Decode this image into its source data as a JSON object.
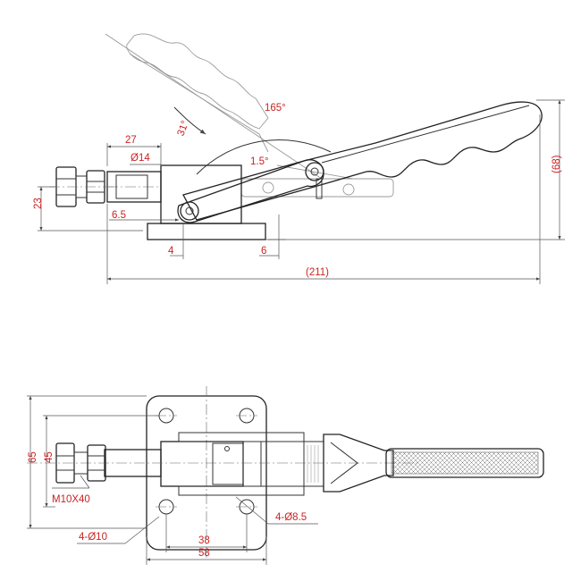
{
  "colors": {
    "line": "#333333",
    "ghost": "#9a9a9a",
    "dimension_text": "#cc2222",
    "background": "#ffffff"
  },
  "side_view": {
    "dims": {
      "width_27": "27",
      "bore": "Ø14",
      "angle_31": "31°",
      "angle_165": "165°",
      "angle_1_5": "1.5°",
      "height_23": "23",
      "offset_6_5": "6.5",
      "base_4": "4",
      "base_6": "6",
      "overall_height": "(68)",
      "overall_length": "(211)"
    }
  },
  "top_view": {
    "dims": {
      "height_65": "65",
      "height_45": "45",
      "thread": "M10X40",
      "hole_small": "4-Ø8.5",
      "hole_large": "4-Ø10",
      "width_38": "38",
      "width_58": "58"
    }
  }
}
